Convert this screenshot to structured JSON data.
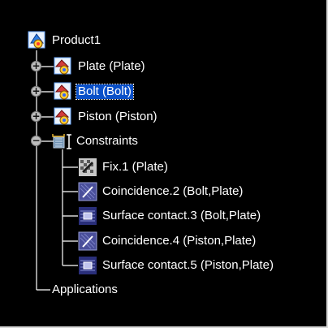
{
  "tree": {
    "root": {
      "label": "Product1",
      "icon": "product-icon"
    },
    "children": [
      {
        "label": "Plate (Plate)",
        "icon": "part-icon",
        "expander": "+"
      },
      {
        "label": "Bolt (Bolt)",
        "icon": "part-icon",
        "expander": "+",
        "selected": true
      },
      {
        "label": "Piston (Piston)",
        "icon": "part-icon",
        "expander": "+"
      },
      {
        "label": "Constraints",
        "icon": "constraints-icon",
        "expander": "−"
      }
    ],
    "constraints": [
      {
        "label": "Fix.1 (Plate)",
        "icon": "fix-constraint-icon"
      },
      {
        "label": "Coincidence.2 (Bolt,Plate)",
        "icon": "coincidence-constraint-icon"
      },
      {
        "label": "Surface contact.3 (Bolt,Plate)",
        "icon": "surface-contact-icon"
      },
      {
        "label": "Coincidence.4 (Piston,Plate)",
        "icon": "coincidence-constraint-icon"
      },
      {
        "label": "Surface contact.5 (Piston,Plate)",
        "icon": "surface-contact-icon"
      }
    ],
    "applications": {
      "label": "Applications"
    }
  },
  "colors": {
    "background": "#000000",
    "tree_line": "#ffffff",
    "selection": "#0a50c8",
    "text": "#ffffff"
  }
}
